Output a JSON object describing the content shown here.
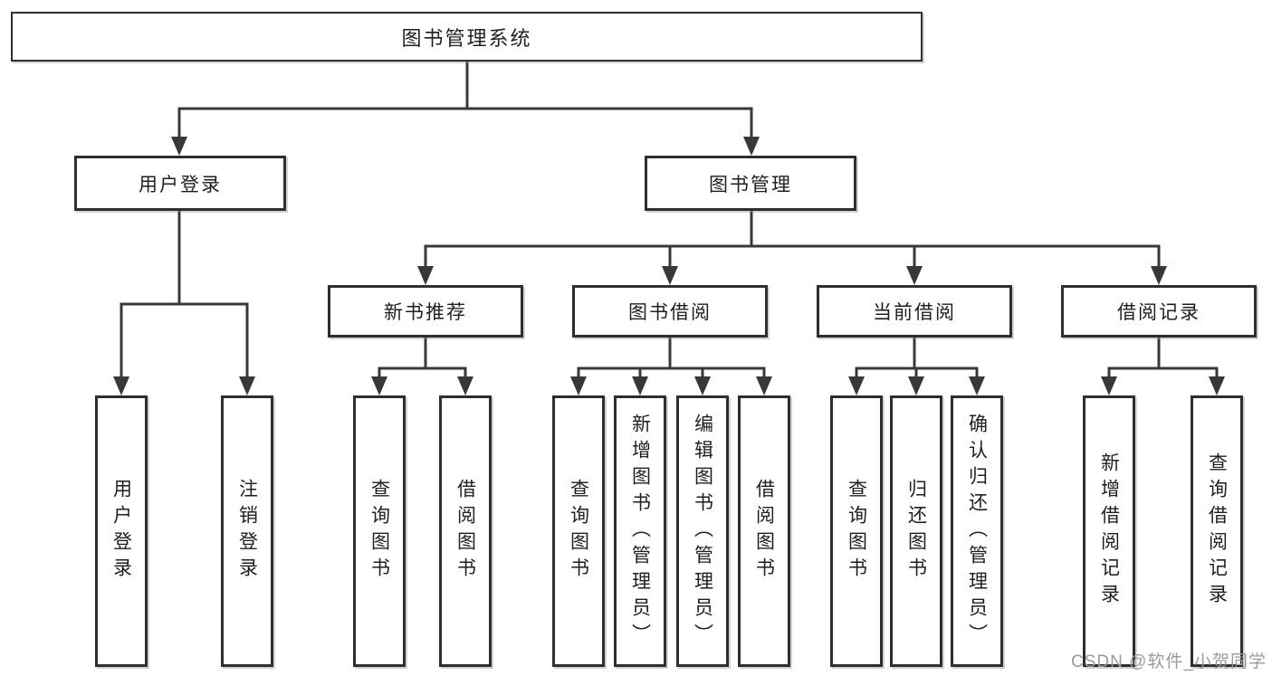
{
  "tree": {
    "root": {
      "label": "图书管理系统"
    },
    "branches": [
      {
        "label": "用户登录",
        "children": [
          {
            "label": "用户登录"
          },
          {
            "label": "注销登录"
          }
        ]
      },
      {
        "label": "图书管理",
        "children": [
          {
            "label": "新书推荐",
            "children": [
              {
                "label": "查询图书"
              },
              {
                "label": "借阅图书"
              }
            ]
          },
          {
            "label": "图书借阅",
            "children": [
              {
                "label": "查询图书"
              },
              {
                "label": "新增图书（管理员）"
              },
              {
                "label": "编辑图书（管理员）"
              },
              {
                "label": "借阅图书"
              }
            ]
          },
          {
            "label": "当前借阅",
            "children": [
              {
                "label": "查询图书"
              },
              {
                "label": "归还图书"
              },
              {
                "label": "确认归还（管理员）"
              }
            ]
          },
          {
            "label": "借阅记录",
            "children": [
              {
                "label": "新增借阅记录"
              },
              {
                "label": "查询借阅记录"
              }
            ]
          }
        ]
      }
    ]
  },
  "watermark": {
    "text": "CSDN @软件_小贺同学"
  },
  "colors": {
    "box_border": "#2e2e2e",
    "connector_line": "#383838",
    "text": "#1f1f1f",
    "watermark_text": "#9b9b9b",
    "background": "#ffffff"
  }
}
